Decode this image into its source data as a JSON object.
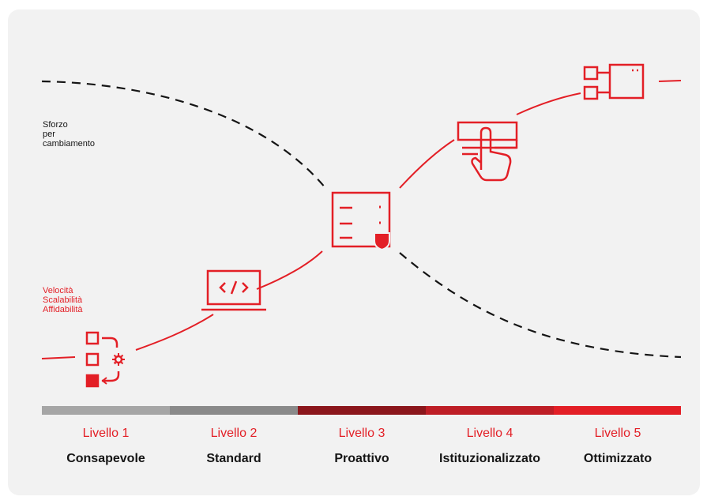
{
  "labels": {
    "effort": "Sforzo\nper\ncambiamento",
    "speed": "Velocità\nScalabilità\nAffidabilità"
  },
  "levels": [
    {
      "level": "Livello 1",
      "name": "Consapevole",
      "color": "#a6a6a6"
    },
    {
      "level": "Livello 2",
      "name": "Standard",
      "color": "#8a8a8a"
    },
    {
      "level": "Livello 3",
      "name": "Proattivo",
      "color": "#8b171c"
    },
    {
      "level": "Livello 4",
      "name": "Istituzionalizzato",
      "color": "#be1e26"
    },
    {
      "level": "Livello 5",
      "name": "Ottimizzato",
      "color": "#e31f26"
    }
  ],
  "colors": {
    "accent": "#e31f26",
    "dark": "#151515",
    "card": "#f2f2f2"
  },
  "icons": [
    "tasks-automation-icon",
    "laptop-code-icon",
    "secure-server-icon",
    "touch-menu-icon",
    "window-flow-icon"
  ]
}
